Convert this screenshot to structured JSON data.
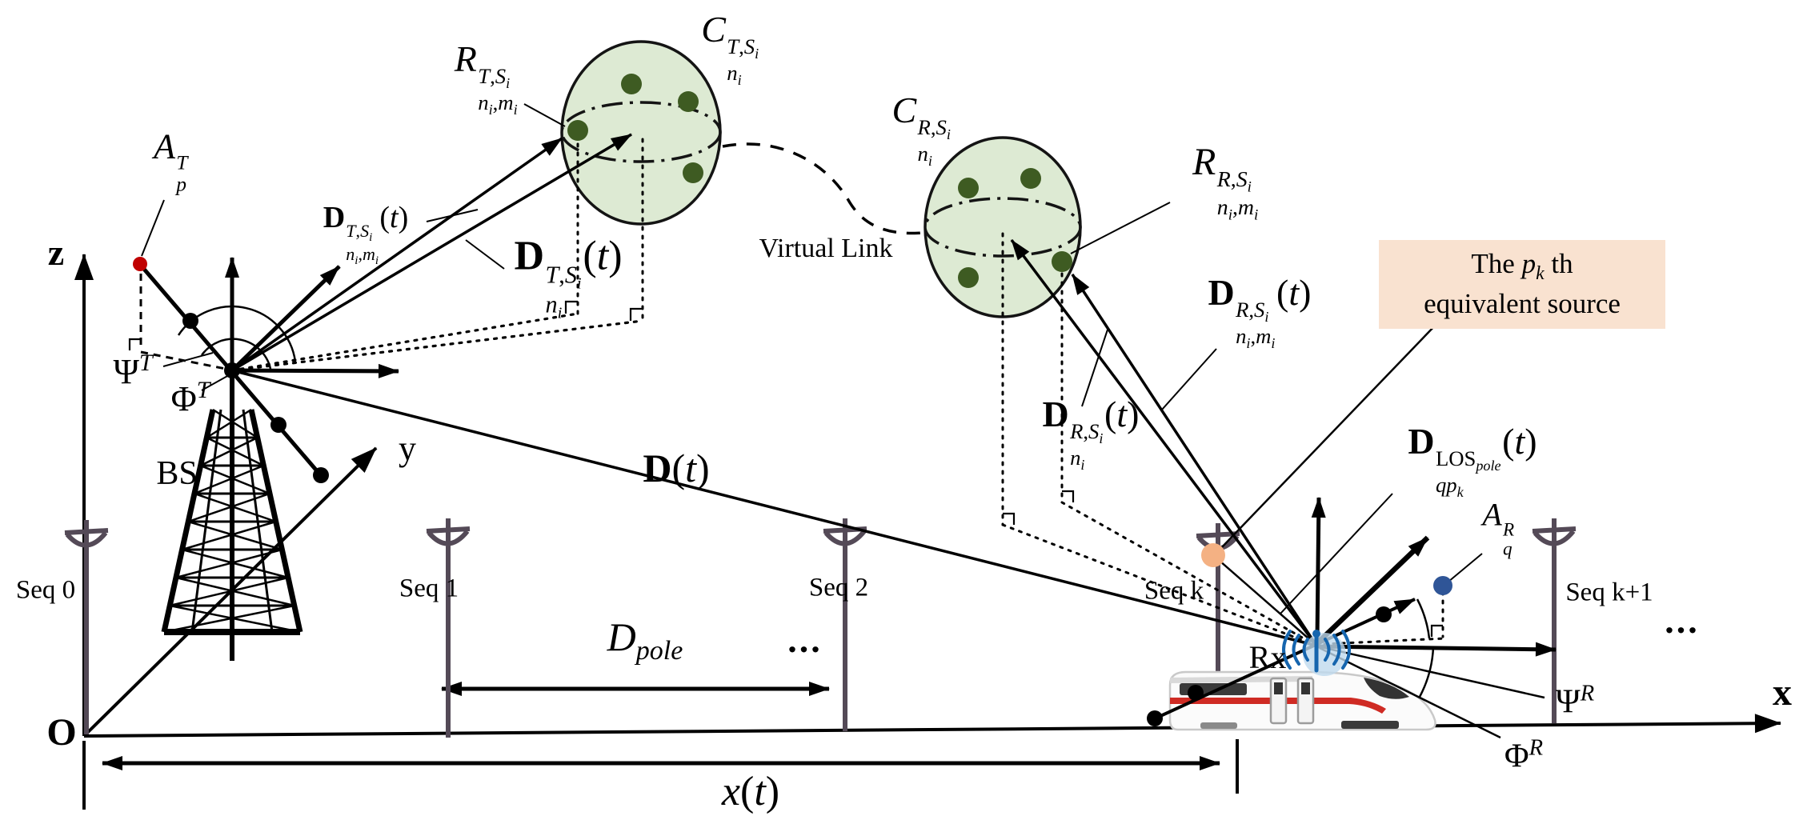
{
  "colors": {
    "sphere_fill": "#DDEAD3",
    "sphere_stroke": "#141414",
    "scatterer_dot": "#3E5B22",
    "red_dot": "#C00000",
    "blue_dot": "#2F5597",
    "orange_dot": "#F4B183",
    "pole": "#544A57",
    "antenna_blue": "#1565AE",
    "antenna_halo": "#BFD9EE",
    "annotation_bg": "#F9E2D0",
    "train_stripe": "#CF2B24"
  },
  "axes": {
    "origin": "O",
    "z": "z",
    "y": "y",
    "x": "x"
  },
  "nodes": {
    "bs": "BS",
    "rx": "Rx"
  },
  "poles": {
    "seq0": "Seq 0",
    "seq1": "Seq 1",
    "seq2": "Seq 2",
    "seqk": "Seq k",
    "seqk1": "Seq k+1",
    "ellipsis_mid": "...",
    "ellipsis_right": "..."
  },
  "math": {
    "a_p_t": "<i>A</i><span class='stk'><span><i>T</i></span><span><i>p</i></span></span>",
    "a_q_r": "<i>A</i><span class='stk'><span><i>R</i></span><span><i>q</i></span></span>",
    "psi_t": "Ψ<sup><i>T</i></sup>",
    "phi_t": "Φ<sup><i>T</i></sup>",
    "psi_r": "Ψ<sup><i>R</i></sup>",
    "phi_r": "Φ<sup><i>R</i></sup>",
    "r_t": "<i>R</i><span class='stk'><span><i>T</i>,<i>S<sub>i</sub></i></span><span><i>n<sub>i</sub></i>,<i>m<sub>i</sub></i></span></span>",
    "c_t": "<i>C</i><span class='stk'><span><i>T</i>,<i>S<sub>i</sub></i></span><span><i>n<sub>i</sub></i></span></span>",
    "r_r": "<i>R</i><span class='stk'><span><i>R</i>,<i>S<sub>i</sub></i></span><span><i>n<sub>i</sub></i>,<i>m<sub>i</sub></i></span></span>",
    "c_r": "<i>C</i><span class='stk'><span><i>R</i>,<i>S<sub>i</sub></i></span><span><i>n<sub>i</sub></i></span></span>",
    "d_t_nimi": "<b>D</b><span class='stk'><span><i>T</i>,<i>S<sub>i</sub></i></span><span><i>n<sub>i</sub></i>,<i>m<sub>i</sub></i></span></span>(<i>t</i>)",
    "d_t_ni": "<b>D</b><span class='stk'><span><i>T</i>,<i>S<sub>i</sub></i></span><span><i>n<sub>i</sub></i></span></span>(<i>t</i>)",
    "d_r_nimi": "<b>D</b><span class='stk'><span><i>R</i>,<i>S<sub>i</sub></i></span><span><i>n<sub>i</sub></i>,<i>m<sub>i</sub></i></span></span>(<i>t</i>)",
    "d_r_ni": "<b>D</b><span class='stk'><span><i>R</i>,<i>S<sub>i</sub></i></span><span><i>n<sub>i</sub></i></span></span>(<i>t</i>)",
    "d_los": "<b>D</b><span class='stk'><span>LOS<sub><i>pole</i></sub></span><span><i>qp<sub>k</sub></i></span></span>(<i>t</i>)",
    "d_t": "<b>D</b>(<i>t</i>)",
    "x_t": "<i>x</i>(<i>t</i>)",
    "d_pole": "<i>D</i><sub><i>pole</i></sub>"
  },
  "annotation": {
    "line1": "The <i>p<sub>k</sub></i> th",
    "line2": "equivalent source"
  },
  "link": {
    "virtual_link": "Virtual Link"
  }
}
